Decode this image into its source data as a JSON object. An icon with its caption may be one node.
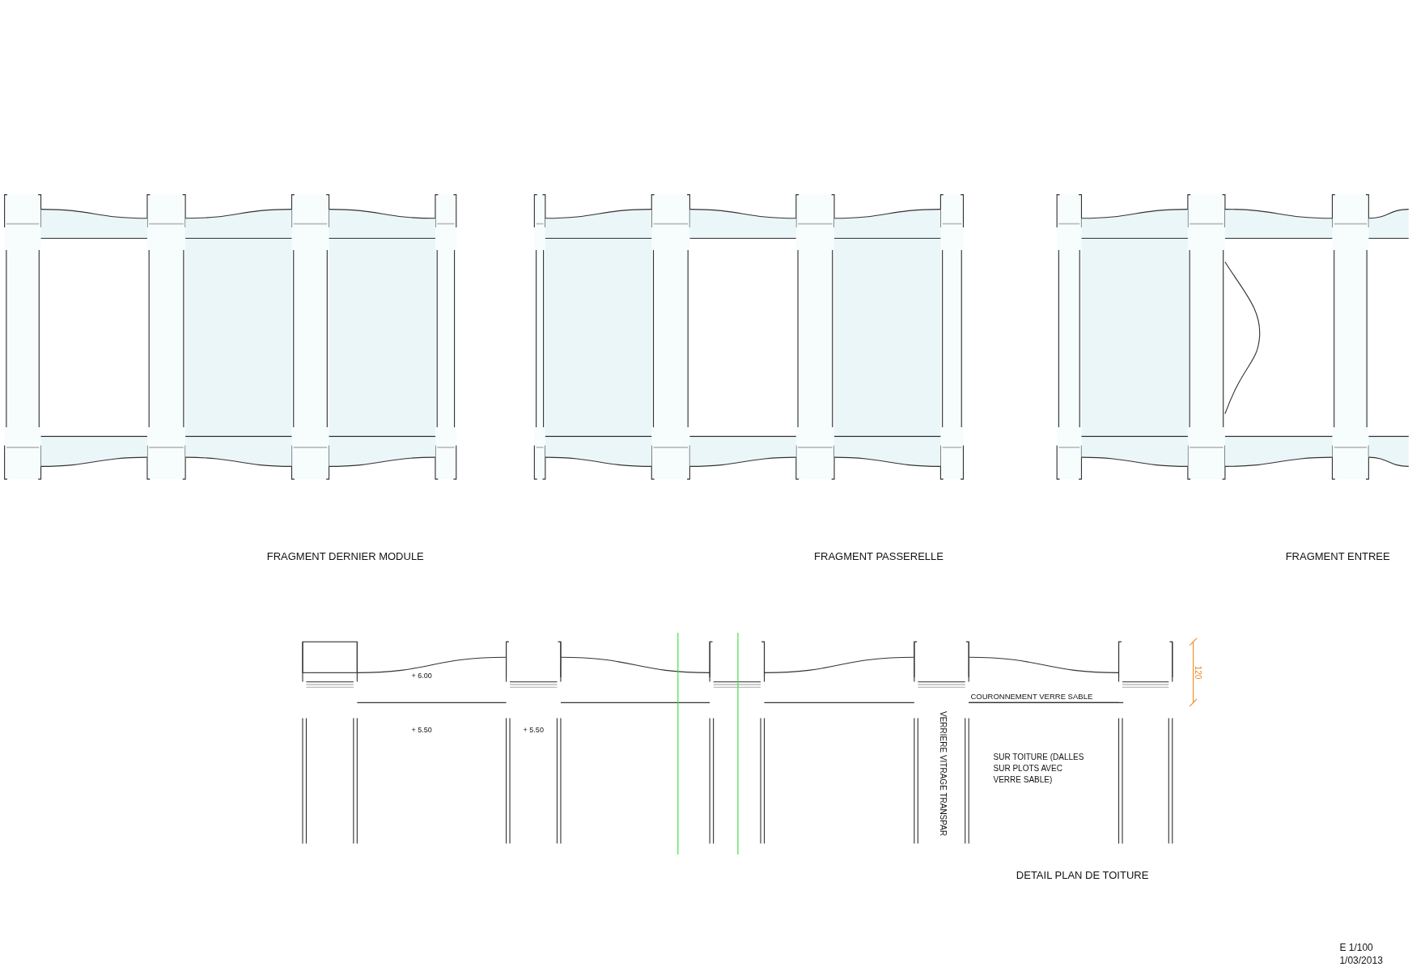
{
  "diagram": {
    "labels": [
      "FRAGMENT DERNIER MODULE",
      "FRAGMENT PASSERELLE",
      "FRAGMENT ENTREE",
      "120",
      "+ 6.00",
      "COURONNEMENT VERRE SABLE",
      "+ 5.50",
      "+ 5.50",
      "VERRIERE VITRAGE TRANSPAR",
      "SUR TOITURE (DALLES SUR PLOTS AVEC VERRE SABLE)",
      "DETAIL PLAN DE TOITURE",
      "E 1/100",
      "1/03/2013"
    ]
  }
}
